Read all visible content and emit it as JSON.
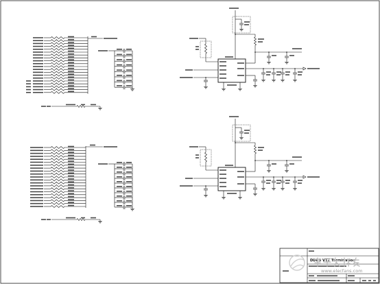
{
  "title_block": {
    "title": "DDR3 VTT Termination"
  },
  "watermark": {
    "brand": "电子发烧友",
    "url": "www.elecfans.com"
  },
  "colors": {
    "ink": "#111111",
    "watermark": "#bdbdbd",
    "logo": "#cfcfcf"
  }
}
